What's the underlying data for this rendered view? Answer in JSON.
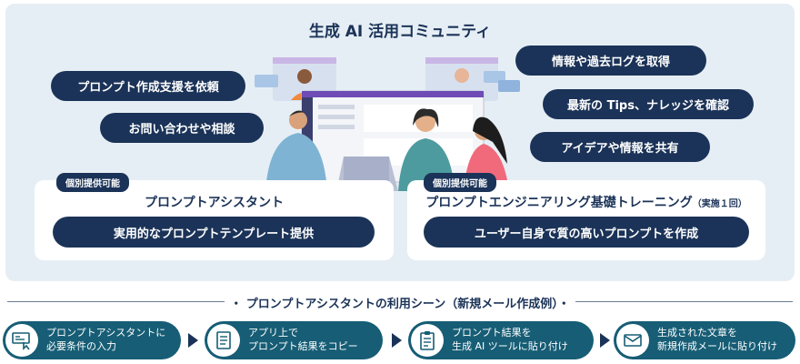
{
  "header": {
    "title": "生成 AI 活用コミュニティ"
  },
  "bubbles": {
    "left_1": "プロンプト作成支援を依頼",
    "left_2": "お問い合わせや相談",
    "right_1": "情報や過去ログを取得",
    "right_2": "最新の Tips、ナレッジを確認",
    "right_3": "アイデアや情報を共有"
  },
  "cards": {
    "assistant": {
      "tag": "個別提供可能",
      "title": "プロンプトアシスタント",
      "pill": "実用的なプロンプトテンプレート提供"
    },
    "training": {
      "tag": "個別提供可能",
      "title": "プロンプトエンジニアリング基礎トレーニング",
      "title_note": "（実施１回）",
      "pill": "ユーザー自身で質の高いプロンプトを作成"
    }
  },
  "flow": {
    "title": "・ プロンプトアシスタントの利用シーン（新規メール作成例）・",
    "steps": [
      {
        "text": "プロンプトアシスタントに\n必要条件の入力",
        "icon": "form-input-icon"
      },
      {
        "text": "アプリ上で\nプロンプト結果をコピー",
        "icon": "document-copy-icon"
      },
      {
        "text": "プロンプト結果を\n生成 AI ツールに貼り付け",
        "icon": "clipboard-paste-icon"
      },
      {
        "text": "生成された文章を\n新規作成メールに貼り付け",
        "icon": "mail-icon"
      }
    ]
  },
  "colors": {
    "navy": "#1b3358",
    "teal": "#165d75",
    "panel": "#e6eef5"
  }
}
